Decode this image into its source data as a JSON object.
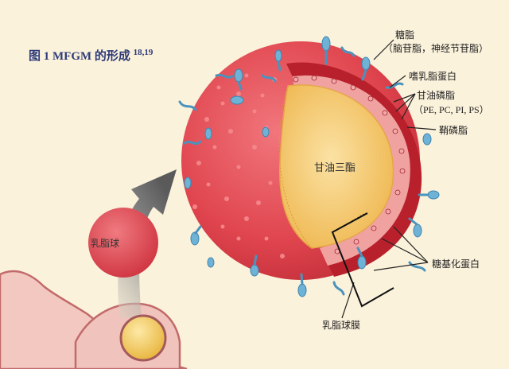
{
  "figure": {
    "title": "图 1 MFGM 的形成",
    "title_ref": "18,19"
  },
  "labels": {
    "glycolipid": "糖脂",
    "glycolipid_detail": "（脑苷脂，神经节苷脂）",
    "butyrophilin": "嗜乳脂蛋白",
    "glycerophospholipid": "甘油磷脂",
    "glycerophospholipid_detail": "（PE, PC, PI, PS）",
    "sphingomyelin": "鞘磷脂",
    "triglyceride": "甘油三酯",
    "glycoprotein": "糖基化蛋白",
    "membrane": "乳脂球膜",
    "milk_fat_globule": "乳脂球"
  },
  "colors": {
    "background": "#fbf2dc",
    "membrane_red": "#e0454e",
    "core_yellow": "#f5c86a",
    "protein_blue": "#5fa8cf",
    "arrow_gray": "#777777",
    "title_blue": "#2e3a78"
  }
}
